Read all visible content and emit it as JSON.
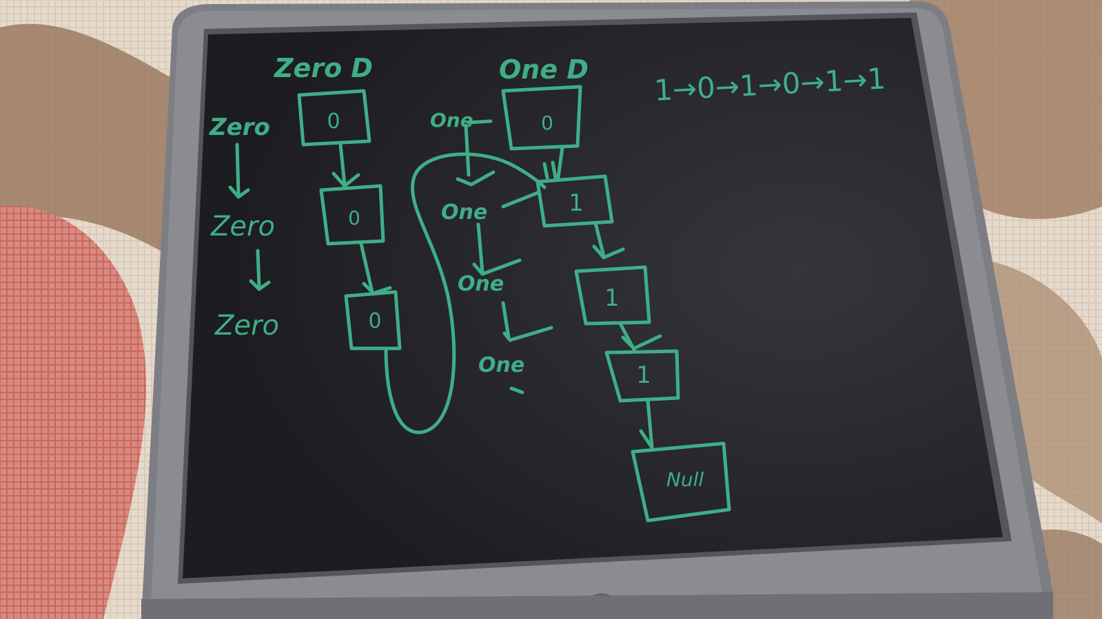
{
  "ink_color": "#3fae86",
  "zero_list": {
    "head_label": "Zero D",
    "node_labels": [
      "Zero",
      "Zero",
      "Zero"
    ],
    "box_values": [
      "0",
      "0",
      "0"
    ]
  },
  "one_list": {
    "head_label": "One D",
    "node_labels": [
      "One",
      "One",
      "One",
      "One"
    ],
    "box_values": [
      "0",
      "1",
      "1",
      "1",
      "Null"
    ]
  },
  "sequence_note": "1→0→1→0→1→1"
}
